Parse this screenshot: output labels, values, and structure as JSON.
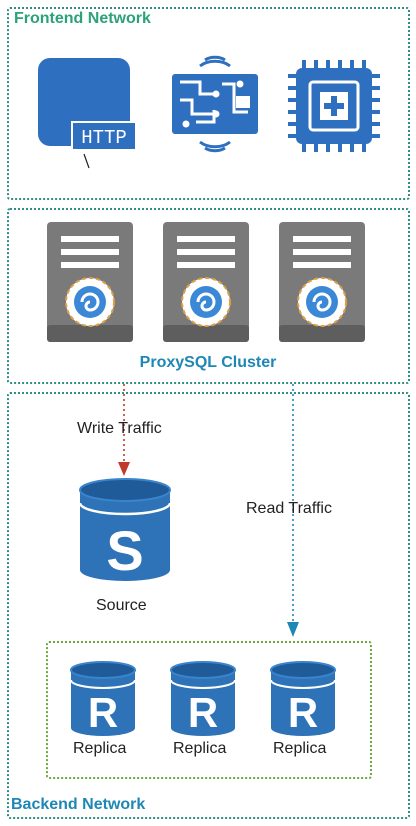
{
  "zones": {
    "frontend": "Frontend Network",
    "proxy": "ProxySQL Cluster",
    "backend": "Backend Network"
  },
  "http_badge": "HTTP",
  "edges": {
    "write": "Write Traffic",
    "read": "Read Traffic"
  },
  "source": {
    "letter": "S",
    "label": "Source"
  },
  "replicas": [
    {
      "letter": "R",
      "label": "Replica"
    },
    {
      "letter": "R",
      "label": "Replica"
    },
    {
      "letter": "R",
      "label": "Replica"
    }
  ],
  "colors": {
    "zone_border": "#2f8f86",
    "replica_border": "#6ea83a",
    "aws_blue": "#2f6fbf",
    "db_blue": "#2e73b8",
    "server_gray": "#7a7a7a",
    "write_arrow": "#c0392b",
    "read_arrow": "#1f87b5"
  },
  "icons": [
    "browser-http-icon",
    "circuit-board-icon",
    "health-chip-icon",
    "proxysql-server-icon",
    "database-icon"
  ]
}
